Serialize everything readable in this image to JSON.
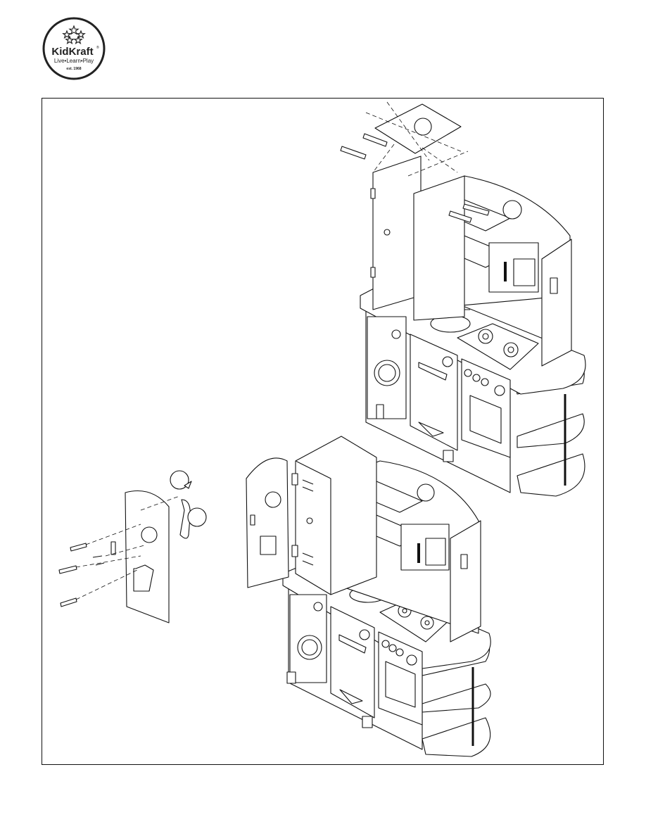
{
  "logo": {
    "brand": "KidKraft",
    "trademark": "®",
    "tagline": "Live•Learn•Play",
    "established": "est. 1968"
  },
  "page": {
    "title": "",
    "step_number": ""
  },
  "icons": [
    "stars-icon",
    "screw-icon",
    "hinge-icon",
    "handle-icon",
    "knob-icon",
    "faucet-icon",
    "burner-icon"
  ]
}
